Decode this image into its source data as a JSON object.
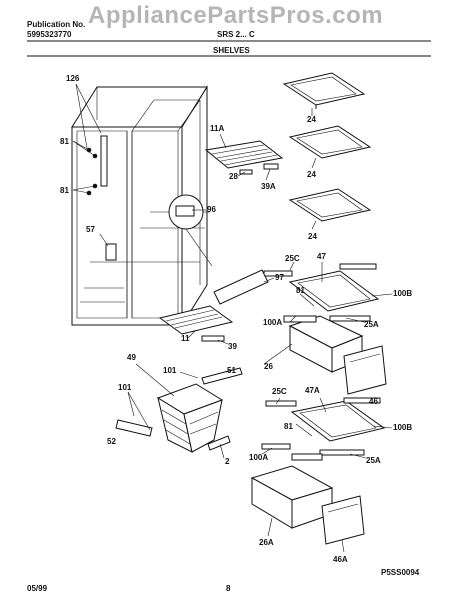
{
  "header": {
    "publication_label": "Publication No.",
    "publication_number": "5995323770",
    "model_fragment": "SRS 2... C",
    "section_title": "SHELVES",
    "watermark": "AppliancePartsPros.com"
  },
  "footer": {
    "date": "05/99",
    "page_number": "8",
    "drawing_code": "P5SS0094"
  },
  "callouts": [
    {
      "id": "126",
      "text": "126"
    },
    {
      "id": "81a",
      "text": "81"
    },
    {
      "id": "81b",
      "text": "81"
    },
    {
      "id": "57",
      "text": "57"
    },
    {
      "id": "11A",
      "text": "11A"
    },
    {
      "id": "28",
      "text": "28"
    },
    {
      "id": "39A",
      "text": "39A"
    },
    {
      "id": "96",
      "text": "96"
    },
    {
      "id": "24a",
      "text": "24"
    },
    {
      "id": "24b",
      "text": "24"
    },
    {
      "id": "24c",
      "text": "24"
    },
    {
      "id": "97",
      "text": "97"
    },
    {
      "id": "25C",
      "text": "25C"
    },
    {
      "id": "47",
      "text": "47"
    },
    {
      "id": "100B",
      "text": "100B"
    },
    {
      "id": "81c",
      "text": "81"
    },
    {
      "id": "100A",
      "text": "100A"
    },
    {
      "id": "25A",
      "text": "25A"
    },
    {
      "id": "11",
      "text": "11"
    },
    {
      "id": "39",
      "text": "39"
    },
    {
      "id": "26",
      "text": "26"
    },
    {
      "id": "49",
      "text": "49"
    },
    {
      "id": "101a",
      "text": "101"
    },
    {
      "id": "51",
      "text": "51"
    },
    {
      "id": "101b",
      "text": "101"
    },
    {
      "id": "46",
      "text": "46"
    },
    {
      "id": "25C2",
      "text": "25C"
    },
    {
      "id": "47A",
      "text": "47A"
    },
    {
      "id": "81d",
      "text": "81"
    },
    {
      "id": "100B2",
      "text": "100B"
    },
    {
      "id": "52",
      "text": "52"
    },
    {
      "id": "2",
      "text": "2"
    },
    {
      "id": "100A2",
      "text": "100A"
    },
    {
      "id": "25A2",
      "text": "25A"
    },
    {
      "id": "26A",
      "text": "26A"
    },
    {
      "id": "46A",
      "text": "46A"
    }
  ]
}
